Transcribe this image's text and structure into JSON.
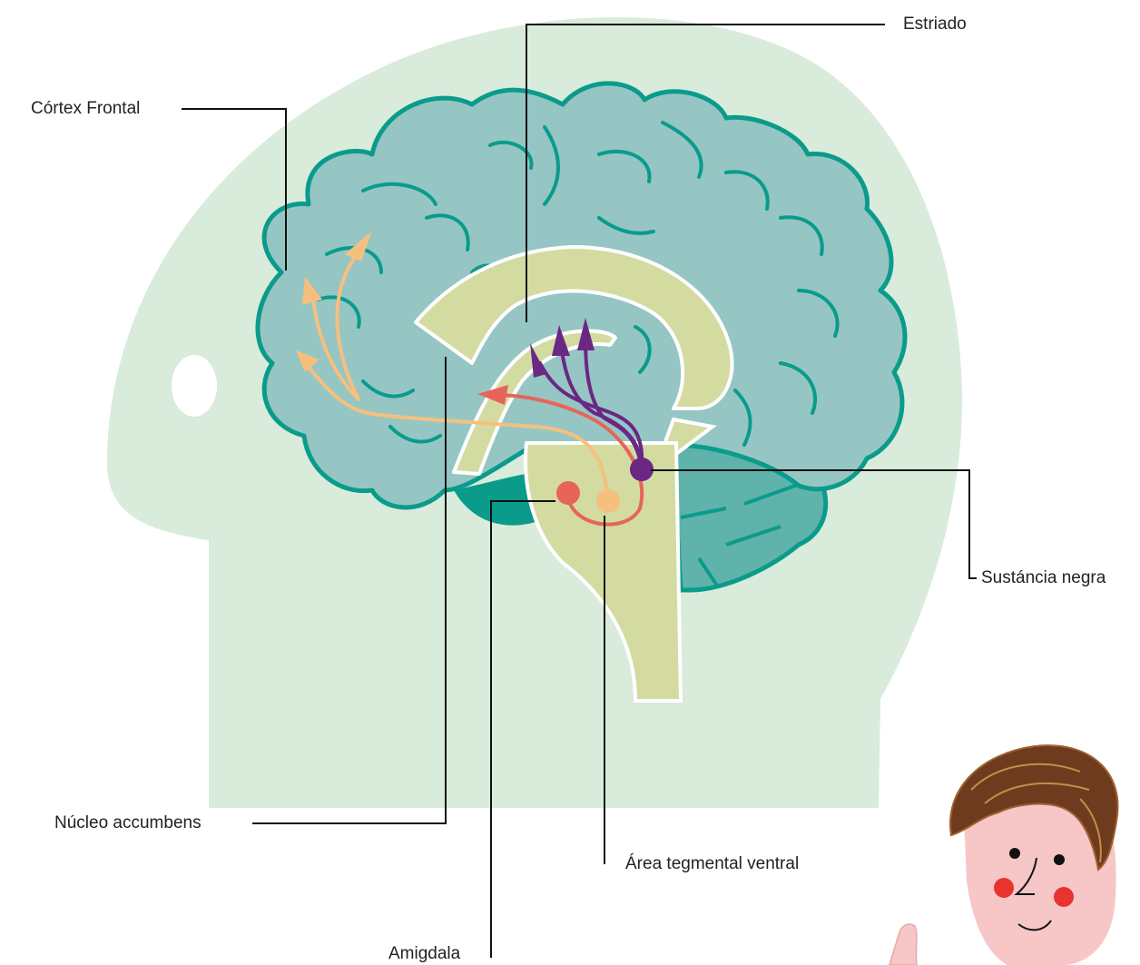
{
  "labels": {
    "estriado": "Estriado",
    "cortex_frontal": "Córtex Frontal",
    "sustancia_negra": "Sustáncia negra",
    "nucleo_accumbens": "Núcleo accumbens",
    "area_tegmental_ventral": "Área tegmental ventral",
    "amigdala": "Amigdala"
  },
  "colors": {
    "head": "#d9ebdb",
    "brain_fill": "#95c6c3",
    "brain_outline": "#0a9b8b",
    "cerebellum": "#5fb3ab",
    "striatum": "#d3dba1",
    "mesolimbic_pathway": "#f5c07e",
    "amygdala_pathway": "#e8645a",
    "nigrostriatal_pathway": "#6b2784",
    "leader_line": "#111111"
  }
}
